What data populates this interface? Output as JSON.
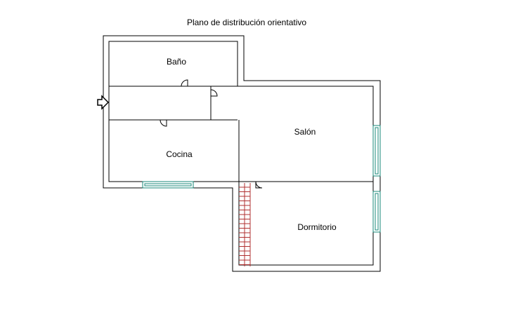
{
  "title": "Plano de distribución orientativo",
  "rooms": {
    "bano": "Baño",
    "cocina": "Cocina",
    "salon": "Salón",
    "dormitorio": "Dormitorio"
  },
  "colors": {
    "wall": "#000000",
    "window": "#1a8a7a",
    "stairs": "#b03030"
  },
  "icons": {
    "entrance": "entrance-arrow-icon"
  }
}
